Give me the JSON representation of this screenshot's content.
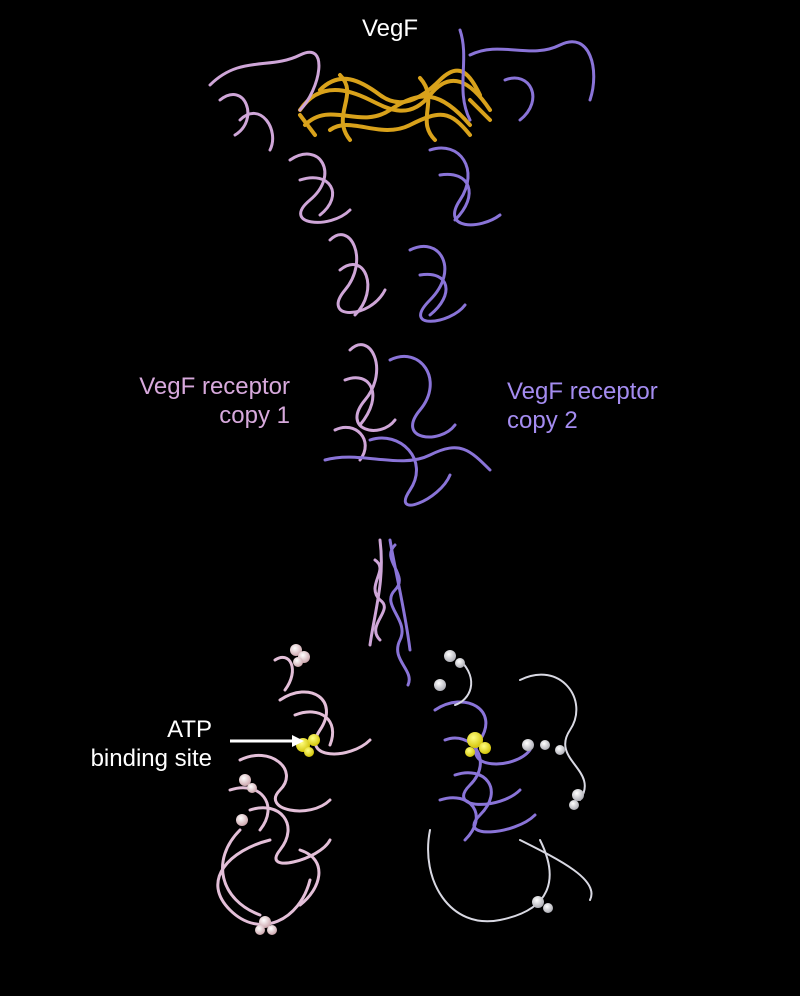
{
  "labels": {
    "vegf": {
      "text": "VegF",
      "color": "#ffffff"
    },
    "receptor_copy1": {
      "line1": "VegF receptor",
      "line2": "copy 1",
      "color": "#d7a9dc"
    },
    "receptor_copy2": {
      "line1": "VegF receptor",
      "line2": "copy 2",
      "color": "#a48cf0"
    },
    "atp_site": {
      "line1": "ATP",
      "line2": "binding site",
      "color": "#ffffff"
    }
  },
  "colors": {
    "background": "#000000",
    "vegf_ligand": "#d9a21b",
    "receptor_copy1": "#cfa6d8",
    "receptor_copy2": "#8a74d8",
    "atp_ligand": "#f2e600",
    "copy1_spheres": "#f0c9d0",
    "copy2_spheres": "#eeeeee",
    "copy2_loops": "#d9d9e3"
  }
}
